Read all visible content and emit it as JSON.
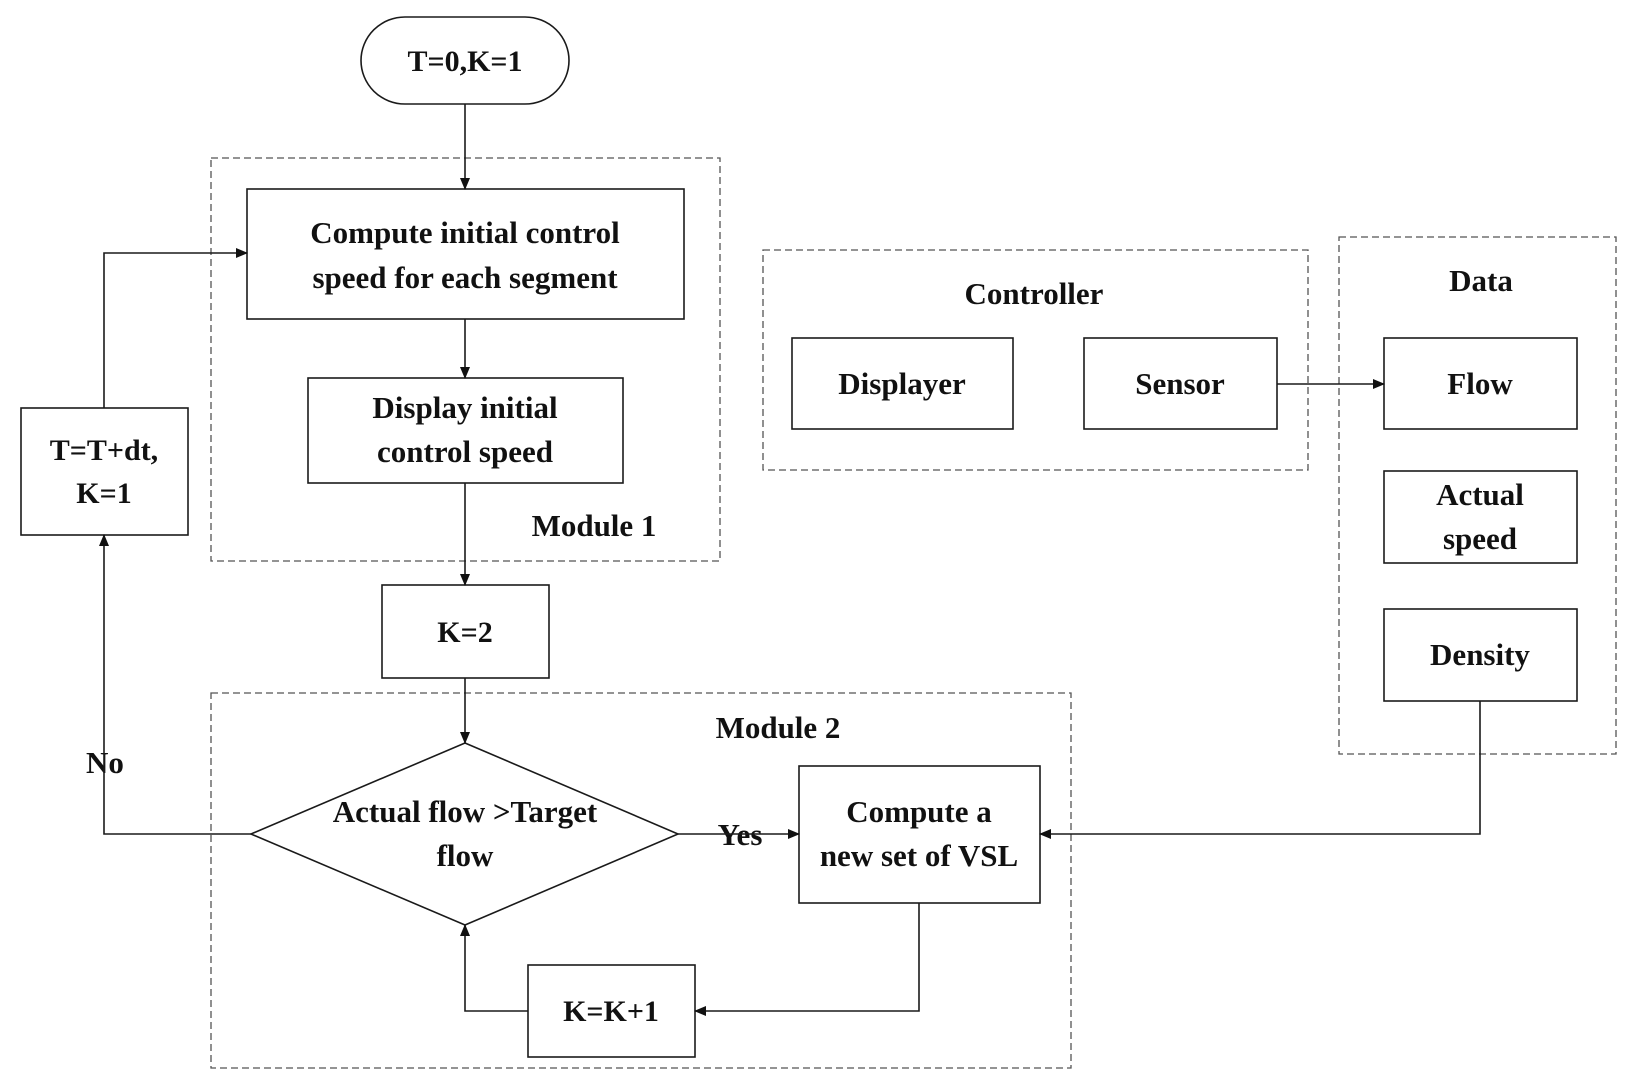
{
  "flow": {
    "start": "T=0,K=1",
    "compute_initial": [
      "Compute initial control",
      "speed for each segment"
    ],
    "display_initial": [
      "Display initial",
      "control speed"
    ],
    "module1": "Module 1",
    "k2": "K=2",
    "module2": "Module 2",
    "decision": [
      "Actual flow >Target",
      "flow"
    ],
    "yes": "Yes",
    "no": "No",
    "compute_vsl": [
      "Compute a",
      "new set of VSL"
    ],
    "k_increment": "K=K+1",
    "time_update": [
      "T=T+dt,",
      "K=1"
    ]
  },
  "controller": {
    "title": "Controller",
    "displayer": "Displayer",
    "sensor": "Sensor"
  },
  "data_group": {
    "title": "Data",
    "flow": "Flow",
    "actual_speed": [
      "Actual",
      "speed"
    ],
    "density": "Density"
  }
}
